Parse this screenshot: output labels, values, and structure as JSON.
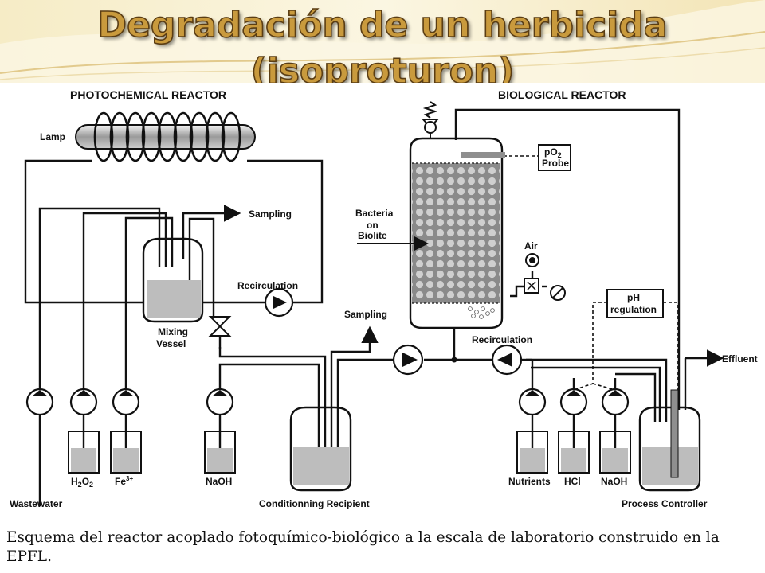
{
  "slide": {
    "title_line1": "Degradación de un herbicida",
    "title_line2": "(isoproturon)",
    "caption": "Esquema del reactor acoplado fotoquímico-biológico a la escala de laboratorio construido en la EPFL."
  },
  "diagram": {
    "headers": {
      "photochemical": "PHOTOCHEMICAL REACTOR",
      "biological": "BIOLOGICAL REACTOR"
    },
    "labels": {
      "lamp": "Lamp",
      "sampling_top": "Sampling",
      "recirculation_left": "Recirculation",
      "mixing_vessel_line1": "Mixing",
      "mixing_vessel_line2": "Vessel",
      "sampling_mid": "Sampling",
      "recirculation_right": "Recirculation",
      "bacteria_line1": "Bacteria",
      "bacteria_line2": "on",
      "bacteria_line3": "Biolite",
      "po2_line1": "pO",
      "po2_sub": "2",
      "po2_line2": "Probe",
      "air": "Air",
      "ph_line1": "pH",
      "ph_line2": "regulation",
      "effluent": "Effluent",
      "wastewater": "Wastewater",
      "h2o2_h": "H",
      "h2o2_sub1": "2",
      "h2o2_o": "O",
      "h2o2_sub2": "2",
      "fe_base": "Fe",
      "fe_sup": "3+",
      "naoh_left": "NaOH",
      "conditioning": "Conditionning Recipient",
      "nutrients": "Nutrients",
      "hcl": "HCl",
      "naoh_right": "NaOH",
      "process_controller": "Process Controller"
    }
  }
}
